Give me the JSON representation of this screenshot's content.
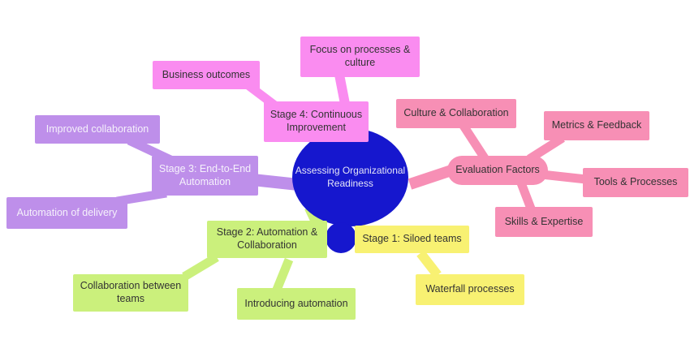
{
  "colors": {
    "root_fill": "#1617CE",
    "magenta": "#FA8CF0",
    "pink": "#F78FB5",
    "purple": "#BE8FEA",
    "green": "#CBF07C",
    "yellow": "#F8F172",
    "dark_text": "#333333",
    "light_text": "#F5F1FB",
    "root_text": "#E4E4F7",
    "background": "#FFFFFF"
  },
  "mindmap": {
    "root": {
      "label": "Assessing Organizational Readiness"
    },
    "branches": [
      {
        "label": "Stage 4: Continuous Improvement",
        "color": "magenta",
        "children": [
          {
            "label": "Business outcomes"
          },
          {
            "label": "Focus on processes & culture"
          }
        ]
      },
      {
        "label": "Evaluation Factors",
        "color": "pink",
        "children": [
          {
            "label": "Culture & Collaboration"
          },
          {
            "label": "Metrics & Feedback"
          },
          {
            "label": "Tools & Processes"
          },
          {
            "label": "Skills & Expertise"
          }
        ]
      },
      {
        "label": "Stage 3: End-to-End Automation",
        "color": "purple",
        "children": [
          {
            "label": "Improved collaboration"
          },
          {
            "label": "Automation of delivery"
          }
        ]
      },
      {
        "label": "Stage 2: Automation & Collaboration",
        "color": "green",
        "children": [
          {
            "label": "Collaboration between teams"
          },
          {
            "label": "Introducing automation"
          }
        ]
      },
      {
        "label": "Stage 1: Siloed teams",
        "color": "yellow",
        "children": [
          {
            "label": "Waterfall processes"
          }
        ]
      }
    ]
  }
}
